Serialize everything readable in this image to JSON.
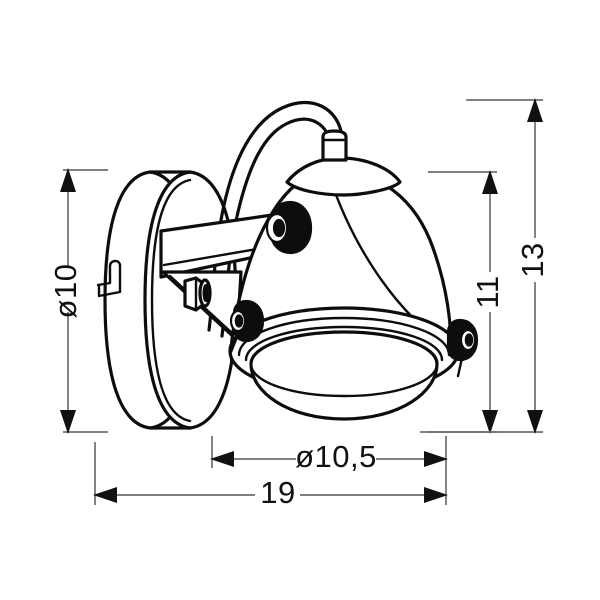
{
  "drawing": {
    "title": "Wall spotlight technical dimension drawing",
    "background_color": "#ffffff",
    "line_color": "#0d0d0d",
    "dimension_color": "#6f6f6f",
    "text_color": "#111111",
    "units": "cm",
    "decimal_separator": ","
  },
  "dimensions": {
    "plate_diameter": {
      "label": "ø10",
      "value": 10,
      "symbol": "ø",
      "orientation": "vertical",
      "position": "left",
      "rotation_deg": -90
    },
    "head_diameter": {
      "label": "ø10,5",
      "value": 10.5,
      "symbol": "ø",
      "orientation": "horizontal",
      "position": "bottom-upper"
    },
    "projection": {
      "label": "19",
      "value": 19,
      "symbol": "",
      "orientation": "horizontal",
      "position": "bottom-lower"
    },
    "height_inner": {
      "label": "11",
      "value": 11,
      "symbol": "",
      "orientation": "vertical",
      "position": "right-inner",
      "rotation_deg": -90
    },
    "height_outer": {
      "label": "13",
      "value": 13,
      "symbol": "",
      "orientation": "vertical",
      "position": "right-outer",
      "rotation_deg": -90
    }
  },
  "parts": {
    "wall_plate": "wall-mount-plate",
    "keyhole": "keyhole-slot",
    "arm": "support-arm",
    "bracket": "triangular-bracket",
    "hex_nut": "hex-nut",
    "cable": "power-cable-loop",
    "collar": "cable-collar",
    "cap": "dome-cap",
    "shade": "lamp-dome-shade",
    "rim": "shade-rim-ring",
    "glass": "glass-diffuser",
    "knob_arm": "arm-pivot-knob",
    "knob_left": "left-adjust-knob",
    "knob_right": "right-adjust-knob"
  }
}
